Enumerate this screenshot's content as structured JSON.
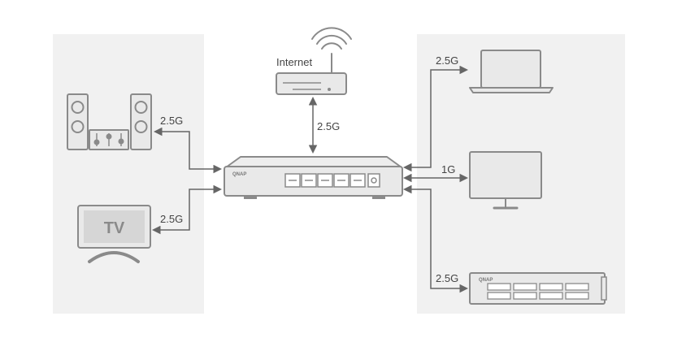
{
  "labels": {
    "internet": "Internet",
    "uplink_speed": "2.5G",
    "speakers_speed": "2.5G",
    "tv_speed": "2.5G",
    "tv_screen_text": "TV",
    "laptop_speed": "2.5G",
    "monitor_speed": "1G",
    "nas_speed": "2.5G",
    "switch_brand": "QNAP",
    "nas_brand": "QNAP"
  },
  "icons": {
    "router": "router-icon",
    "wifi": "wifi-icon",
    "speakers": "speakers-icon",
    "tv": "tv-icon",
    "switch": "network-switch-icon",
    "laptop": "laptop-icon",
    "monitor": "monitor-icon",
    "nas": "rackmount-nas-icon"
  },
  "colors": {
    "panel": "#f1f1f1",
    "device_fill": "#e9e9e9",
    "device_stroke": "#8a8a8a",
    "line": "#666666",
    "text": "#444444"
  }
}
